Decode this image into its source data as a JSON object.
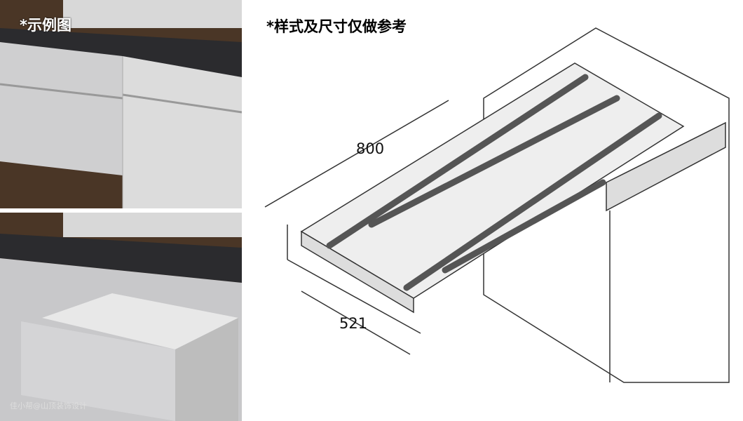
{
  "labels": {
    "example": "*示例图",
    "disclaimer": "*样式及尺寸仅做参考"
  },
  "dimensions": {
    "length": "800",
    "width": "521"
  },
  "watermark": "佳小帮@山顶装饰设计"
}
